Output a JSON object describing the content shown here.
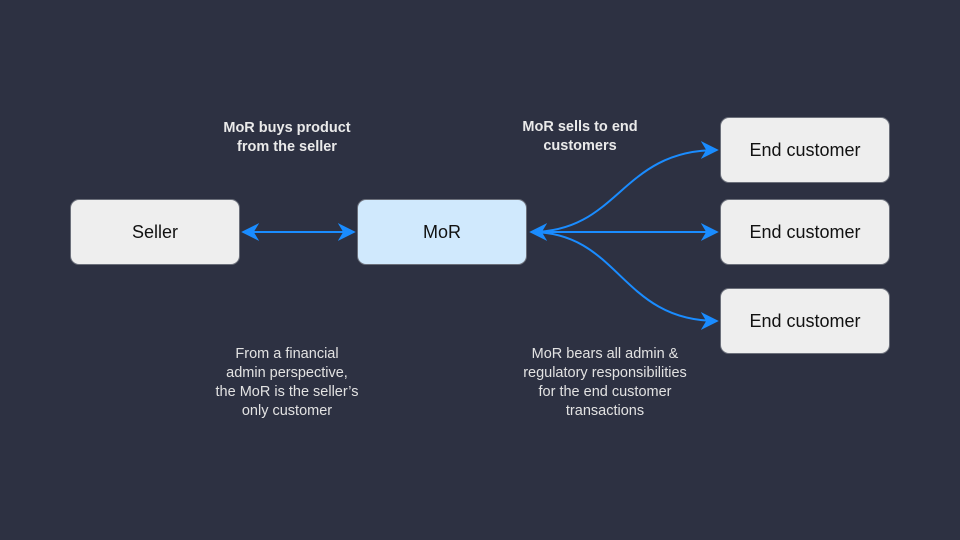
{
  "nodes": {
    "seller": "Seller",
    "mor": "MoR",
    "end_customers": [
      "End customer",
      "End customer",
      "End customer"
    ]
  },
  "labels": {
    "buys": [
      "MoR buys product",
      "from the seller"
    ],
    "sells": [
      "MoR sells to end",
      "customers"
    ]
  },
  "notes": {
    "left": [
      "From a financial",
      "admin perspective,",
      "the MoR is the seller’s",
      "only customer"
    ],
    "right": [
      "MoR bears all admin &",
      "regulatory responsibilities",
      "for the end customer",
      "transactions"
    ]
  },
  "colors": {
    "background": "#2d3142",
    "arrow": "#1a8cff",
    "mor_fill": "#d0e9fd",
    "box_fill": "#eeeeee"
  }
}
